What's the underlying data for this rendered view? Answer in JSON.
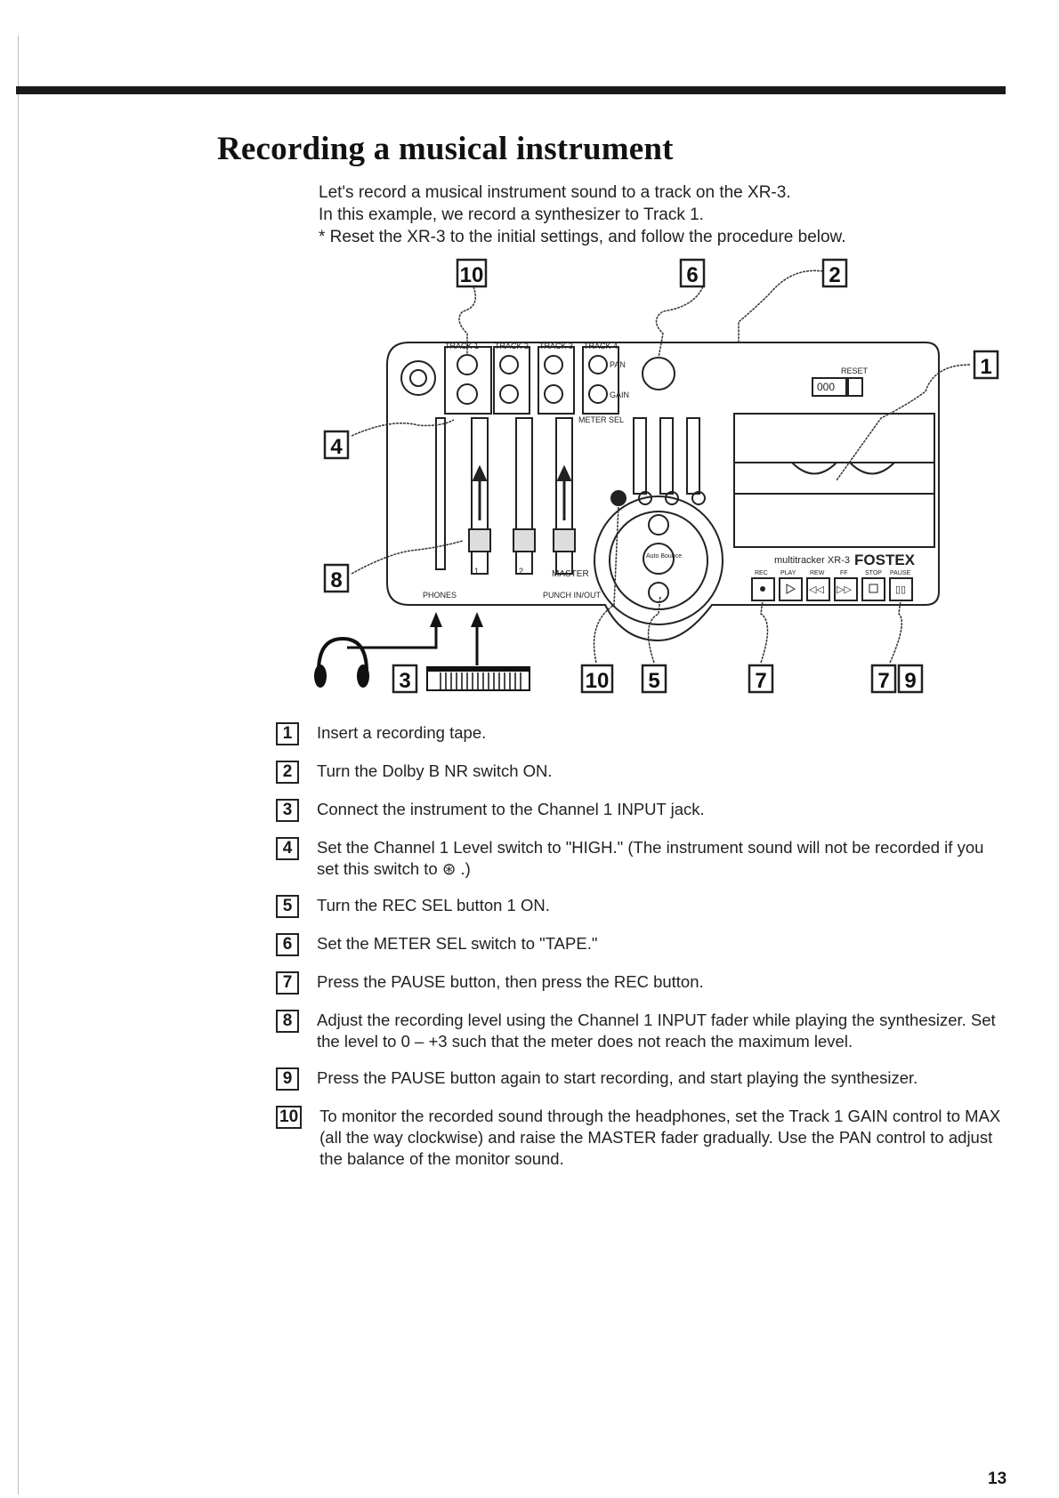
{
  "page": {
    "title": "Recording a musical instrument",
    "intro": [
      "Let's record a musical instrument sound to a track on the XR-3.",
      "In this example, we record a synthesizer to Track 1.",
      "* Reset the XR-3 to the initial settings, and follow the procedure below."
    ],
    "page_number": "13"
  },
  "diagram": {
    "callouts": {
      "top_left": "10",
      "top_mid": "6",
      "top_right": "2",
      "right": "1",
      "left_upper": "4",
      "left_lower": "8",
      "bottom_input": "3",
      "bottom_mid_a": "10",
      "bottom_mid_b": "5",
      "bottom_right_a": "7",
      "bottom_right_b": "7",
      "bottom_right_c": "9"
    },
    "panel_labels": {
      "brand": "FOSTEX",
      "model": "multitracker XR-3",
      "master": "MASTER",
      "phones": "PHONES",
      "punch_out": "PUNCH IN/OUT",
      "auto_bounce": "Auto Bounce",
      "reset": "RESET",
      "counter": "000",
      "rec": "REC",
      "play": "PLAY",
      "rew": "REW",
      "ff": "FF",
      "stop": "STOP",
      "pause": "PAUSE",
      "meter_sel": "METER SEL",
      "pan": "PAN",
      "gain": "GAIN",
      "track1": "TRACK 1",
      "track2": "TRACK 2",
      "track3": "TRACK 3",
      "track4": "TRACK 4",
      "fader1": "1",
      "fader2": "2"
    }
  },
  "steps": [
    {
      "num": "1",
      "text": "Insert a recording tape."
    },
    {
      "num": "2",
      "text": "Turn the Dolby B NR switch ON."
    },
    {
      "num": "3",
      "text": "Connect the instrument to the Channel 1 INPUT jack."
    },
    {
      "num": "4",
      "text": "Set the Channel 1 Level switch to \"HIGH.\" (The instrument sound will not be recorded if you set this switch to ⊛ .)"
    },
    {
      "num": "5",
      "text": "Turn the REC SEL button 1 ON."
    },
    {
      "num": "6",
      "text": "Set the METER SEL switch to \"TAPE.\""
    },
    {
      "num": "7",
      "text": "Press the PAUSE button, then press the REC button."
    },
    {
      "num": "8",
      "text": "Adjust the recording level using the Channel 1 INPUT fader while playing the synthesizer. Set the level to 0 – +3 such that the meter does not reach the maximum level."
    },
    {
      "num": "9",
      "text": "Press the PAUSE button again to start recording, and start playing the synthesizer."
    },
    {
      "num": "10",
      "text": "To monitor the recorded sound through the headphones, set the Track 1 GAIN control to MAX (all the way clockwise) and raise the MASTER fader gradually. Use the PAN control to adjust the balance of the monitor sound."
    }
  ]
}
